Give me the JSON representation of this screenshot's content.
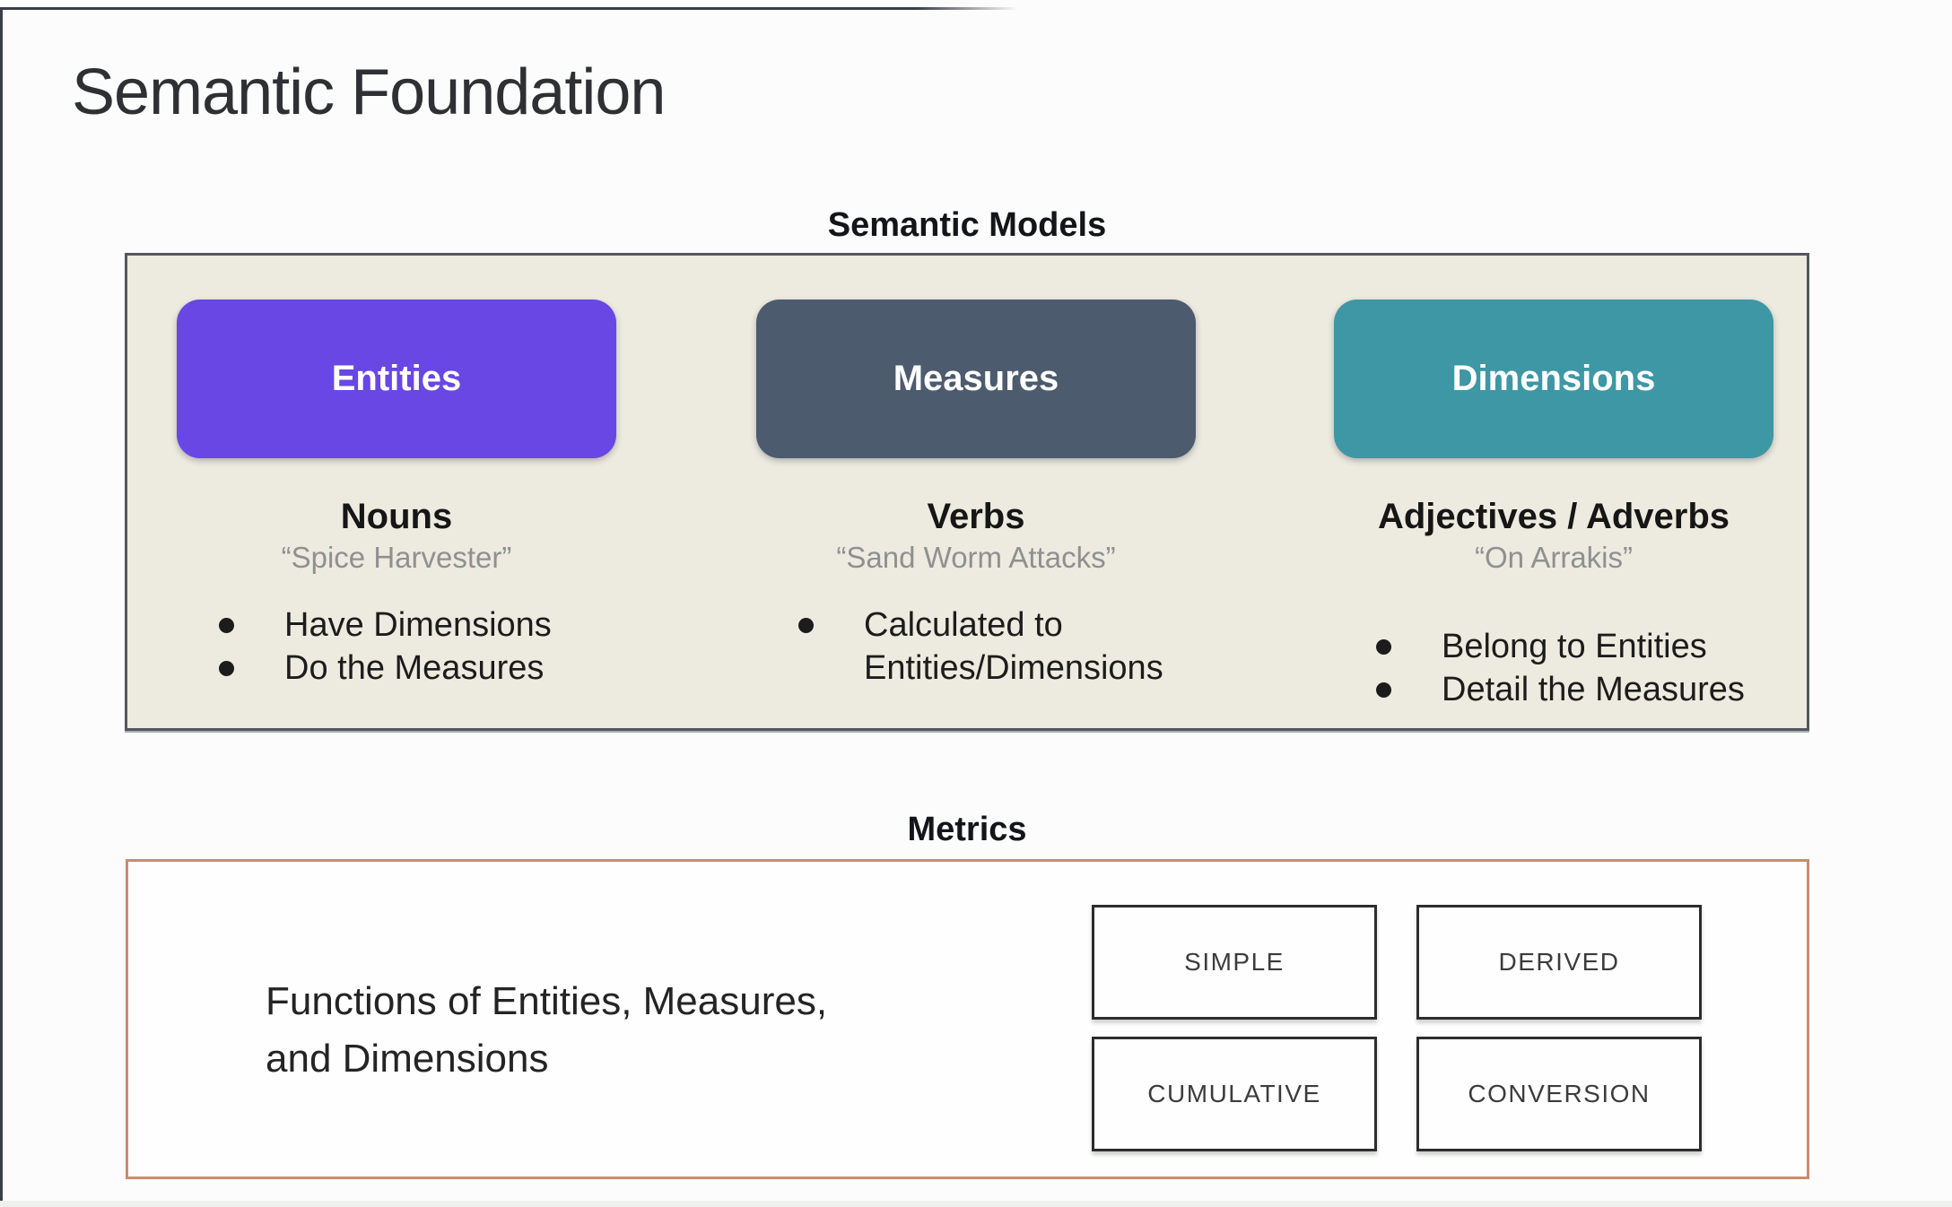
{
  "slide": {
    "title": "Semantic Foundation"
  },
  "semantic_models": {
    "heading": "Semantic Models",
    "columns": [
      {
        "button_label": "Entities",
        "button_color": "#6847e4",
        "role": "Nouns",
        "example": "“Spice Harvester”",
        "bullets": [
          "Have Dimensions",
          "Do the Measures"
        ]
      },
      {
        "button_label": "Measures",
        "button_color": "#4d5b6e",
        "role": "Verbs",
        "example": "“Sand Worm Attacks”",
        "bullets": [
          "Calculated to Entities/Dimensions"
        ]
      },
      {
        "button_label": "Dimensions",
        "button_color": "#3e97a4",
        "role": "Adjectives / Adverbs",
        "example": "“On Arrakis”",
        "bullets": [
          "Belong to Entities",
          "Detail the Measures"
        ]
      }
    ]
  },
  "metrics": {
    "heading": "Metrics",
    "description_line1": "Functions of Entities, Measures,",
    "description_line2": "and Dimensions",
    "types": [
      "SIMPLE",
      "DERIVED",
      "CUMULATIVE",
      "CONVERSION"
    ]
  },
  "colors": {
    "entities_purple": "#6847e4",
    "measures_slate": "#4d5b6e",
    "dimensions_teal": "#3e97a4",
    "models_panel_bg": "#edeadf",
    "metrics_border": "#cd8a70"
  }
}
